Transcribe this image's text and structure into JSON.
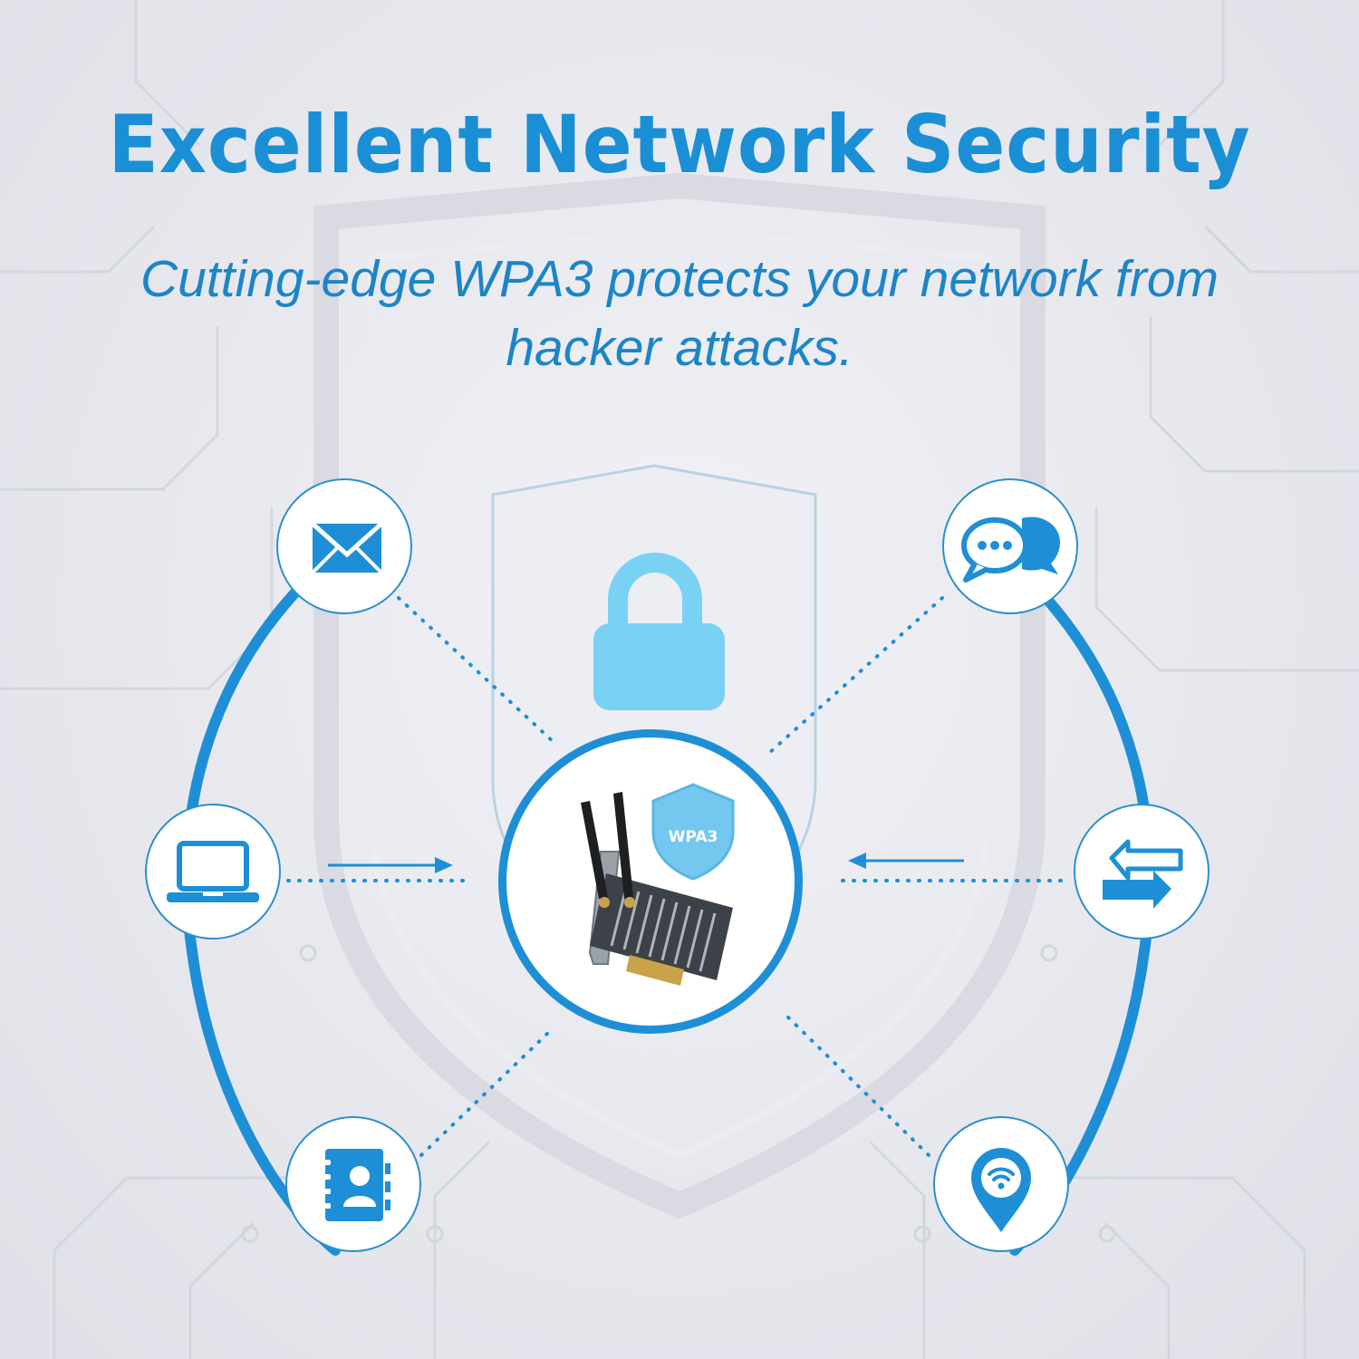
{
  "headline": "Excellent Network Security",
  "subtitle": {
    "line1": "Cutting-edge WPA3 protects your network from",
    "line2": "hacker attacks."
  },
  "badge_label": "WPA3",
  "colors": {
    "headline": "#1a8fd5",
    "subtitle": "#1c85c7",
    "accent": "#1e8fd6",
    "lock": "#79d2f4",
    "background": "#e9eaef"
  },
  "icons": {
    "center": "lock-icon",
    "nodes": [
      "mail-icon",
      "laptop-icon",
      "contacts-icon",
      "chat-icon",
      "transfer-icon",
      "wifi-location-icon"
    ],
    "device": "wifi-card-image"
  }
}
